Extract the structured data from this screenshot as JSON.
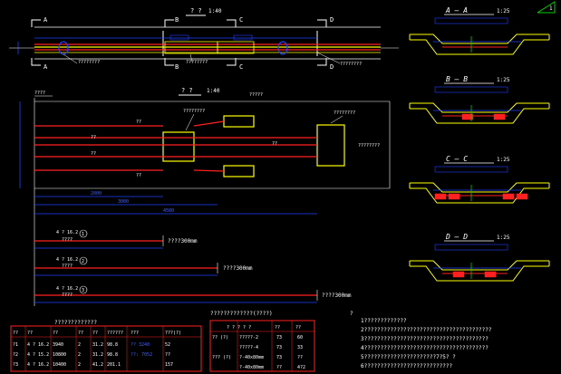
{
  "colors": {
    "background": "#000000",
    "line_white": "#ffffff",
    "line_yellow": "#ffff00",
    "line_red": "#ff2020",
    "line_blue": "#2040ff",
    "line_green": "#00d000",
    "text_white": "#ffffff",
    "text_blue": "#4060ff"
  },
  "plan_view": {
    "title": "? ?",
    "scale": "1:40",
    "cut_marks": [
      "A",
      "A",
      "B",
      "B",
      "C",
      "C",
      "D",
      "D"
    ],
    "note": "????????"
  },
  "elevation_view": {
    "title": "? ?",
    "scale": "1:40",
    "label_top": "?????",
    "label_left": "????",
    "label_anchor_left": "????????",
    "label_anchor_right": "????????",
    "label_right": "????????",
    "bar_labels": [
      "??",
      "??",
      "??",
      "??",
      "??"
    ],
    "dimension_values": [
      "2000",
      "3000",
      "4500"
    ],
    "details": [
      {
        "id": "detail-1",
        "marker": "1",
        "label": "4 ? 16.2",
        "sub": "????",
        "note": "????300mm"
      },
      {
        "id": "detail-2",
        "marker": "2",
        "label": "4 ? 16.2",
        "sub": "????",
        "note": "????300mm"
      },
      {
        "id": "detail-3",
        "marker": "3",
        "label": "4 ? 16.2",
        "sub": "????",
        "note": "????300mm"
      }
    ]
  },
  "sections": [
    {
      "id": "A",
      "title": "A — A",
      "scale": "1:25"
    },
    {
      "id": "B",
      "title": "B — B",
      "scale": "1:25"
    },
    {
      "id": "C",
      "title": "C — C",
      "scale": "1:25"
    },
    {
      "id": "D",
      "title": "D — D",
      "scale": "1:25"
    }
  ],
  "material_table": {
    "title": "?????????????",
    "headers": [
      "??",
      "??",
      "??",
      "??",
      "??",
      "??????",
      "???",
      "???(?)"
    ],
    "rows": [
      [
        "?1",
        "4 ? 16.2",
        "3940",
        "2",
        "31.2",
        "98.8",
        "?? 3240",
        "52"
      ],
      [
        "?2",
        "4 ? 15.2",
        "10800",
        "2",
        "31.2",
        "98.8",
        "??: 7052",
        "??"
      ],
      [
        "?3",
        "4 ? 16.2",
        "10400",
        "2",
        "41.2",
        "201.1",
        "",
        "157"
      ]
    ]
  },
  "anchor_table": {
    "title": "?????????????(????)",
    "headers": [
      "? ? ? ? ?",
      "??",
      "??"
    ],
    "rows": [
      [
        "?? (?)",
        "?????-2",
        "73",
        "60"
      ],
      [
        "",
        "?????-4",
        "73",
        "33"
      ],
      [
        "??? (?)",
        "?-40x80mm",
        "73",
        "??"
      ],
      [
        "",
        "?-40x80mm",
        "??",
        "4?2"
      ]
    ]
  },
  "notes": {
    "heading": "?",
    "lines": [
      "1?????????????",
      "2???????????????????????????????????????",
      "3??????????????????????????????????????",
      "4??????????????????????????????????????",
      "5??????????????????????7?5?  ?",
      "6???????????????????????????"
    ]
  },
  "corner_icon": {
    "label": "1"
  }
}
